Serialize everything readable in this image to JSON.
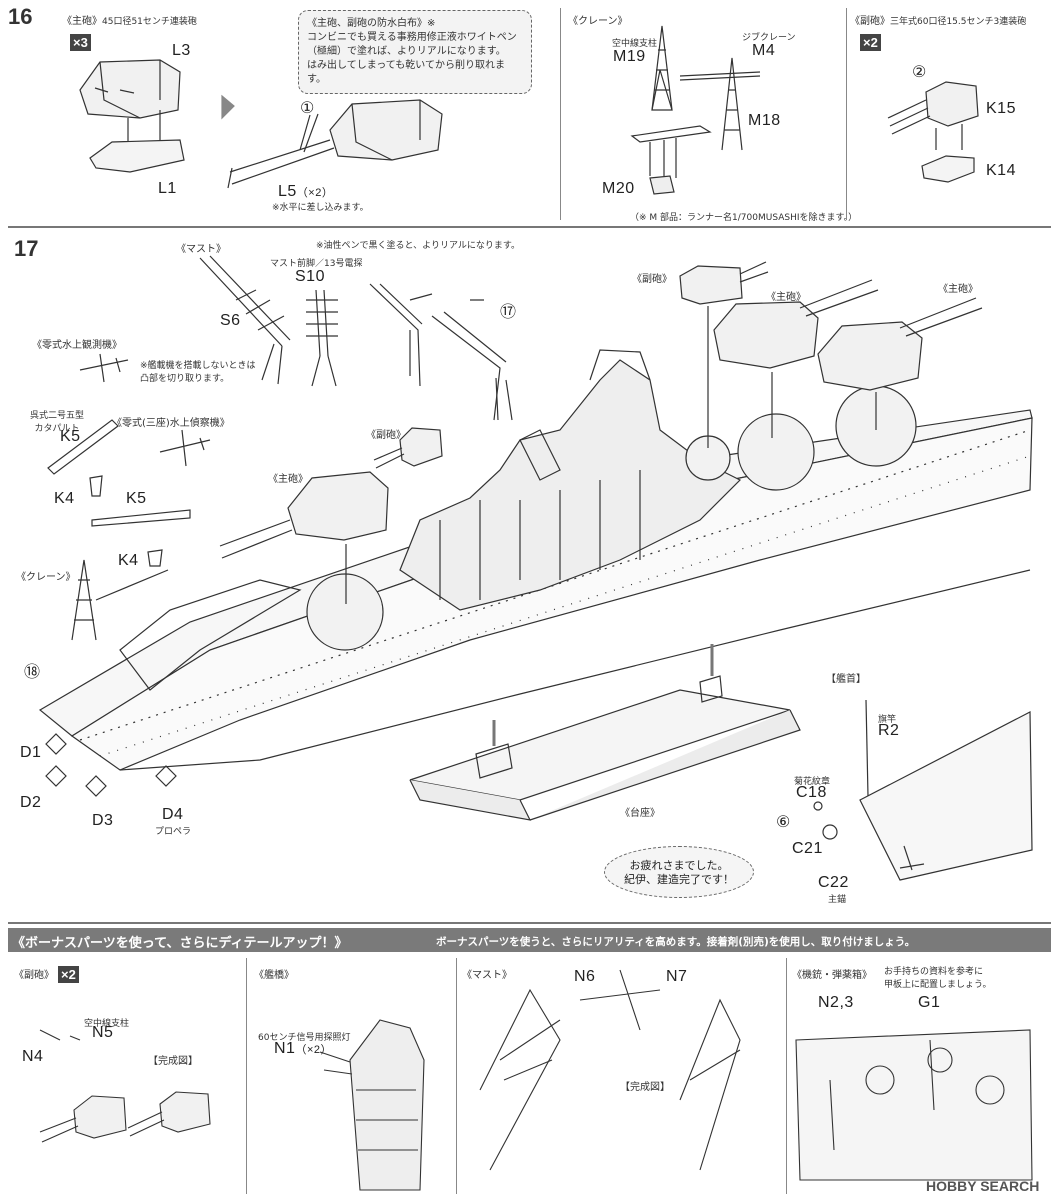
{
  "step16": {
    "number": "16",
    "main_gun": {
      "head": "《主砲》",
      "spec": "45口径51センチ連装砲",
      "qty": "×3",
      "l3": "L3",
      "l1": "L1",
      "l5": "L5",
      "l5_qty": "（×2）",
      "circle1": "①",
      "insert_note": "※水平に差し込みます。"
    },
    "waterproof_note": [
      "《主砲、副砲の防水白布》※",
      "コンビニでも買える事務用修正液ホワイトペン",
      "（極細）で塗れば、よりリアルになります。",
      "はみ出してしまっても乾いてから削り取れます。"
    ],
    "crane": {
      "head": "《クレーン》",
      "m19_cap": "空中線支柱",
      "m19": "M19",
      "m4_cap": "ジブクレーン",
      "m4": "M4",
      "m18": "M18",
      "m20": "M20",
      "runner_note": "（※ M 部品：ランナー名1/700MUSASHIを除きます。）"
    },
    "sub_gun": {
      "head": "《副砲》",
      "spec": "三年式60口径15.5センチ3連装砲",
      "qty": "×2",
      "circle2": "②",
      "k15": "K15",
      "k14": "K14"
    }
  },
  "step17": {
    "number": "17",
    "mast_head": "《マスト》",
    "oil_pen_note": "※油性ペンで黒く塗ると、よりリアルになります。",
    "s10_cap": "マスト前脚／13号電探",
    "s10": "S10",
    "s6": "S6",
    "circle17": "⑰",
    "circle18": "⑱",
    "sub_gun_head": "《副砲》",
    "main_gun_head_a": "《主砲》",
    "main_gun_head_b": "《主砲》",
    "main_gun_head_c": "《主砲》",
    "sub_gun_head_b": "《副砲》",
    "zero_obs": "《零式水上観測機》",
    "aircraft_note": [
      "※艦載機を搭載しないときは",
      "凸部を切り取ります。"
    ],
    "catapult_cap": [
      "呉式二号五型",
      "カタパルト"
    ],
    "k5a": "K5",
    "k4a": "K4",
    "zero_recon": "《零式(三座)水上偵察機》",
    "k5b": "K5",
    "k4b": "K4",
    "crane_head": "《クレーン》",
    "d1": "D1",
    "d2": "D2",
    "d3": "D3",
    "d4": "D4",
    "propeller": "プロペラ",
    "stand": "《台座》",
    "bow_head": "【艦首】",
    "flag_pole_cap": "旗竿",
    "r2": "R2",
    "chrysanthemum_cap": "菊花紋章",
    "c18": "C18",
    "circle6": "⑥",
    "c21": "C21",
    "c22": "C22",
    "anchor_cap": "主錨",
    "bubble": [
      "お疲れさまでした。",
      "紀伊、建造完了です！"
    ]
  },
  "bonus": {
    "title": "《ボーナスパーツを使って、さらにディテールアップ！》",
    "desc": "ボーナスパーツを使うと、さらにリアリティを高めます。接着剤(別売)を使用し、取り付けましょう。",
    "sub_gun": {
      "head": "《副砲》",
      "qty": "×2",
      "n5_cap": "空中線支柱",
      "n5": "N5",
      "n4": "N4",
      "done": "【完成図】"
    },
    "bridge": {
      "head": "《艦橋》",
      "n1_cap": "60センチ信号用探照灯",
      "n1": "N1",
      "n1_qty": "（×2）"
    },
    "mast": {
      "head": "《マスト》",
      "n6": "N6",
      "n7": "N7",
      "done": "【完成図】"
    },
    "mg": {
      "head": "《機銃・弾薬箱》",
      "note": [
        "お手持ちの資料を参考に",
        "甲板上に配置しましょう。"
      ],
      "n23": "N2,3",
      "g1": "G1"
    }
  },
  "watermark": "HOBBY SEARCH"
}
